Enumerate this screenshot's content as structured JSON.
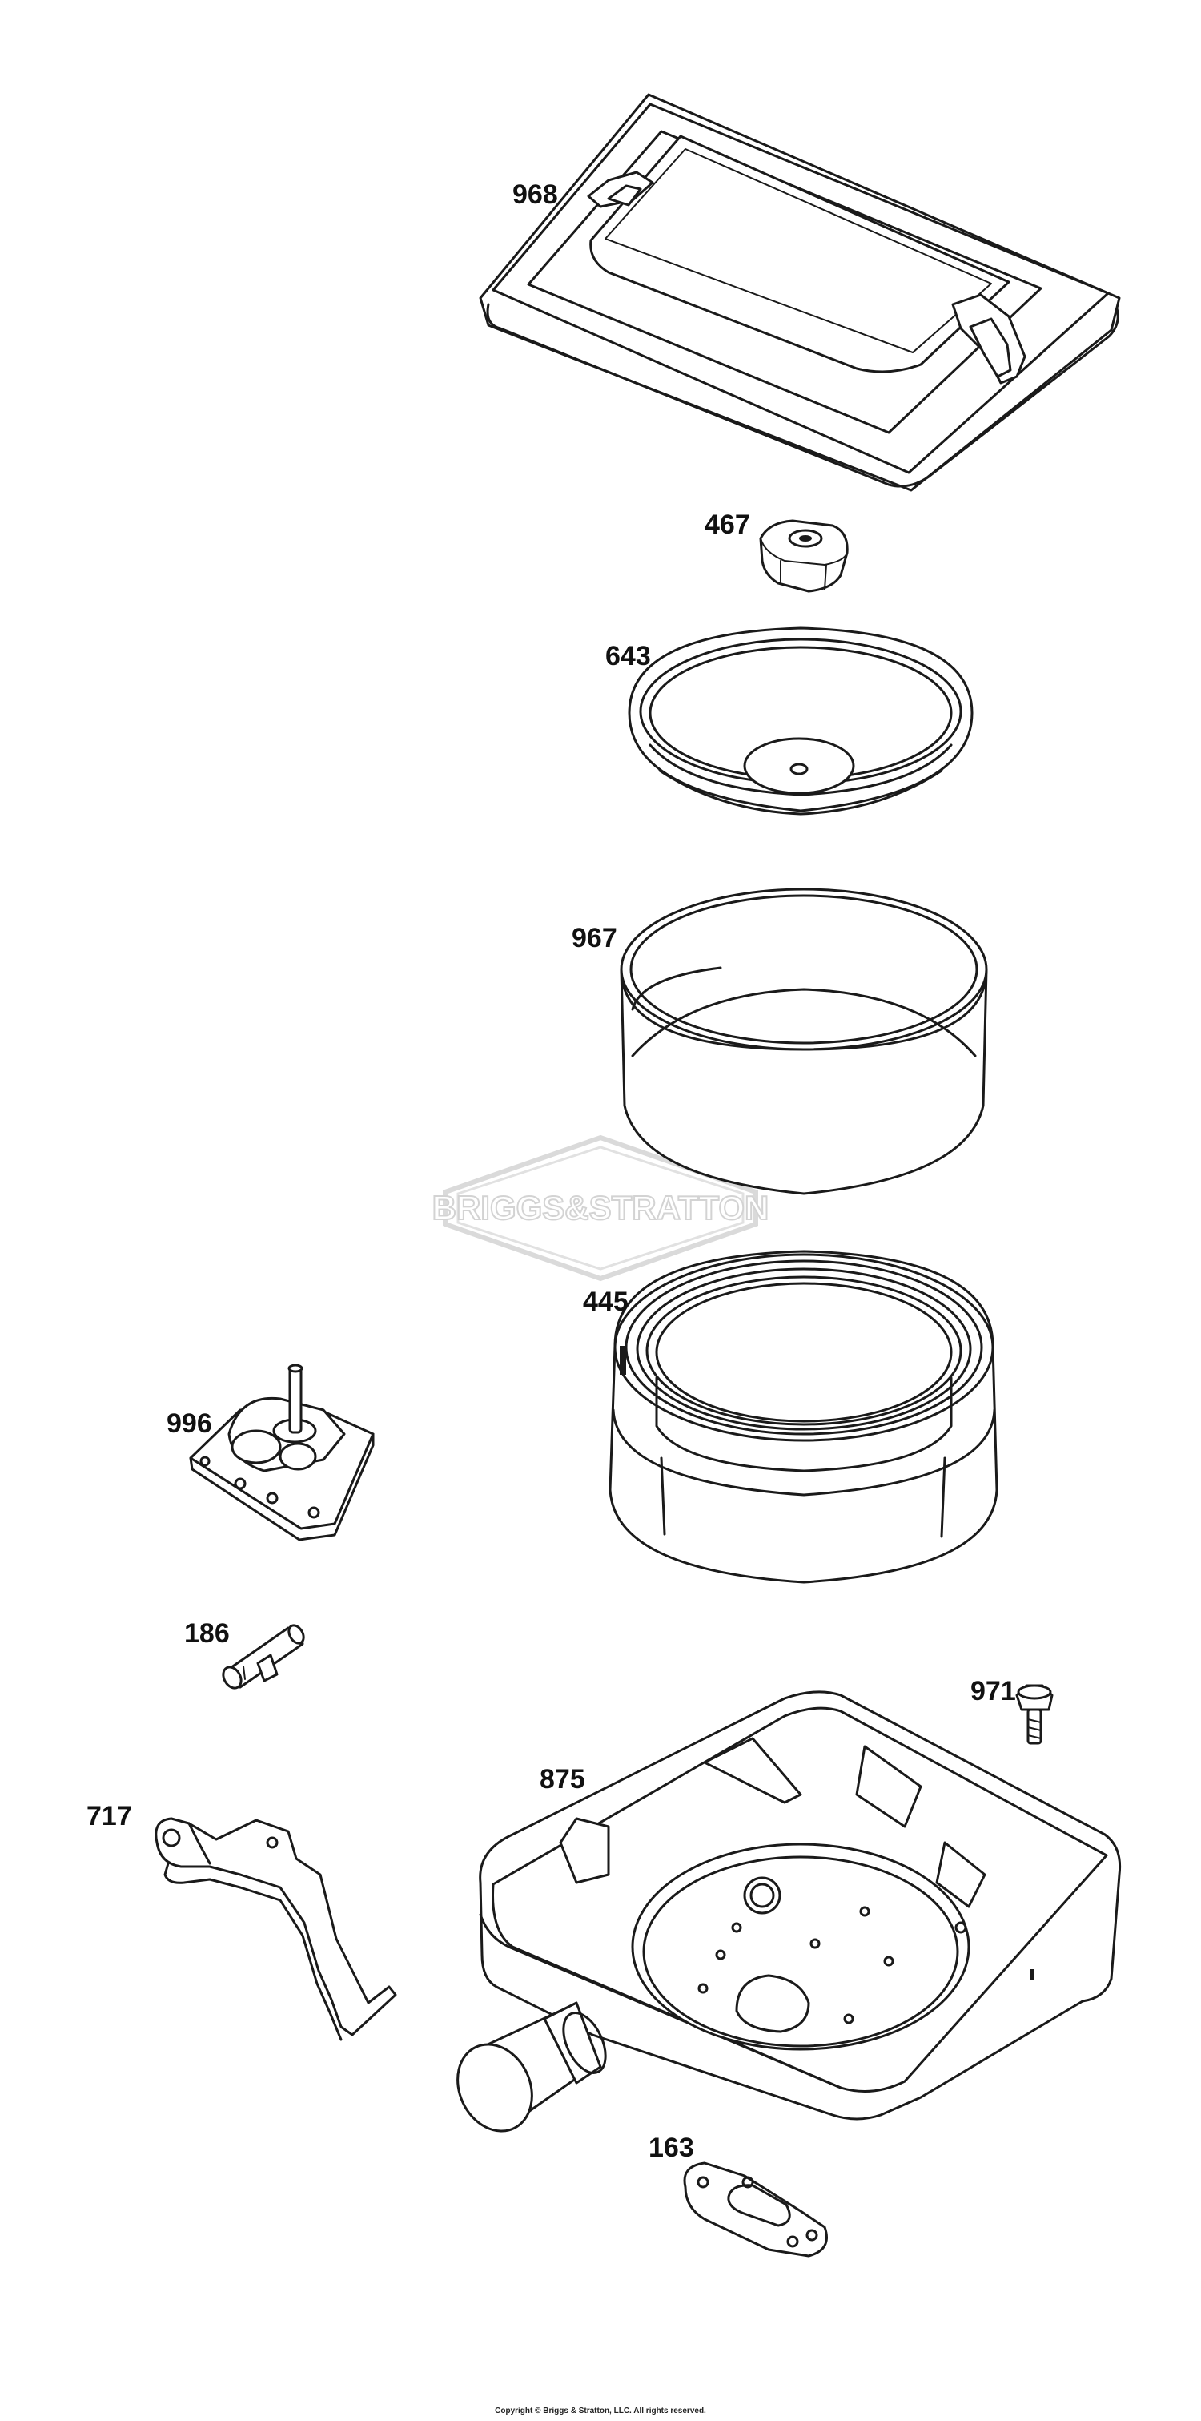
{
  "watermark": {
    "text": "BRIGGS&STRATTON"
  },
  "callouts": {
    "p968": "968",
    "p467": "467",
    "p643": "643",
    "p967": "967",
    "p445": "445",
    "p996": "996",
    "p186": "186",
    "p971": "971",
    "p875": "875",
    "p717": "717",
    "p163": "163"
  },
  "footer": {
    "copyright": "Copyright © Briggs & Stratton, LLC. All rights reserved."
  }
}
